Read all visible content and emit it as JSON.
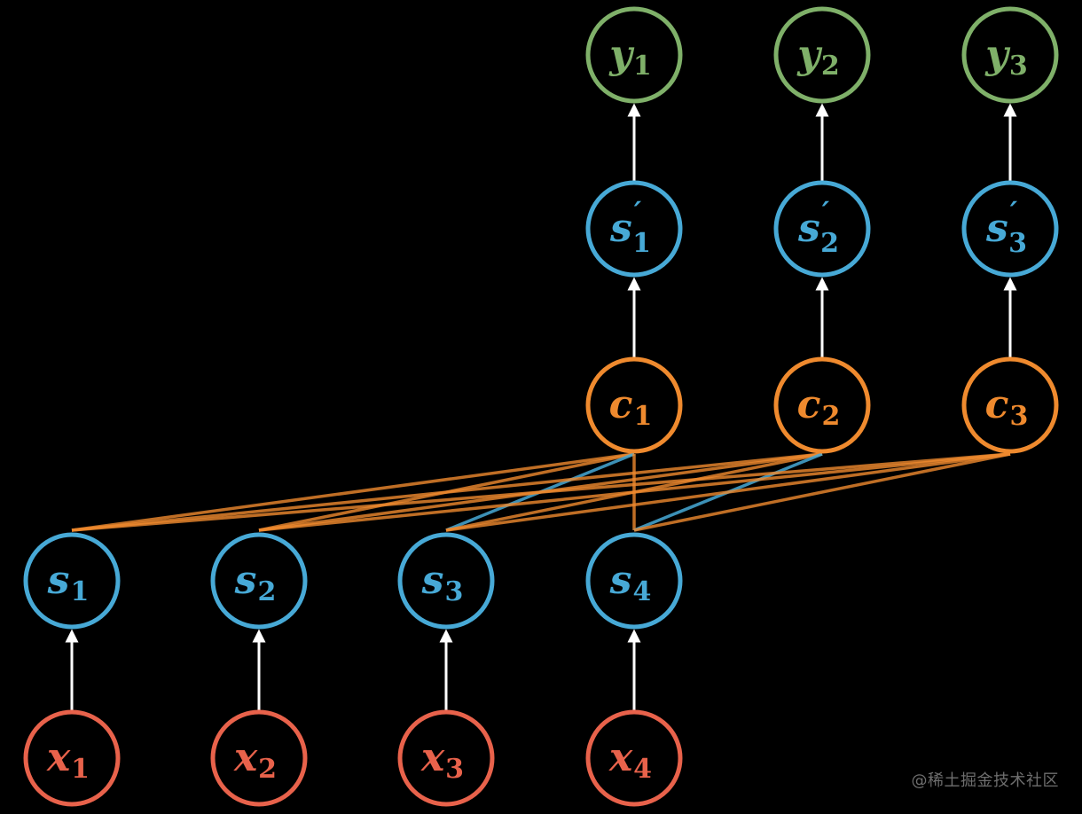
{
  "colors": {
    "background": "#000000",
    "input": "#e8624b",
    "hidden": "#47a9d6",
    "context": "#ef8a2e",
    "output": "#7fb069",
    "arrow": "#ffffff"
  },
  "nodes": {
    "x": [
      {
        "base": "x",
        "sub": "1"
      },
      {
        "base": "x",
        "sub": "2"
      },
      {
        "base": "x",
        "sub": "3"
      },
      {
        "base": "x",
        "sub": "4"
      }
    ],
    "s": [
      {
        "base": "s",
        "sub": "1"
      },
      {
        "base": "s",
        "sub": "2"
      },
      {
        "base": "s",
        "sub": "3"
      },
      {
        "base": "s",
        "sub": "4"
      }
    ],
    "c": [
      {
        "base": "c",
        "sub": "1"
      },
      {
        "base": "c",
        "sub": "2"
      },
      {
        "base": "c",
        "sub": "3"
      }
    ],
    "sp": [
      {
        "base": "s",
        "sub": "1",
        "prime": "′"
      },
      {
        "base": "s",
        "sub": "2",
        "prime": "′"
      },
      {
        "base": "s",
        "sub": "3",
        "prime": "′"
      }
    ],
    "y": [
      {
        "base": "y",
        "sub": "1"
      },
      {
        "base": "y",
        "sub": "2"
      },
      {
        "base": "y",
        "sub": "3"
      }
    ]
  },
  "watermark": "@稀土掘金技术社区"
}
